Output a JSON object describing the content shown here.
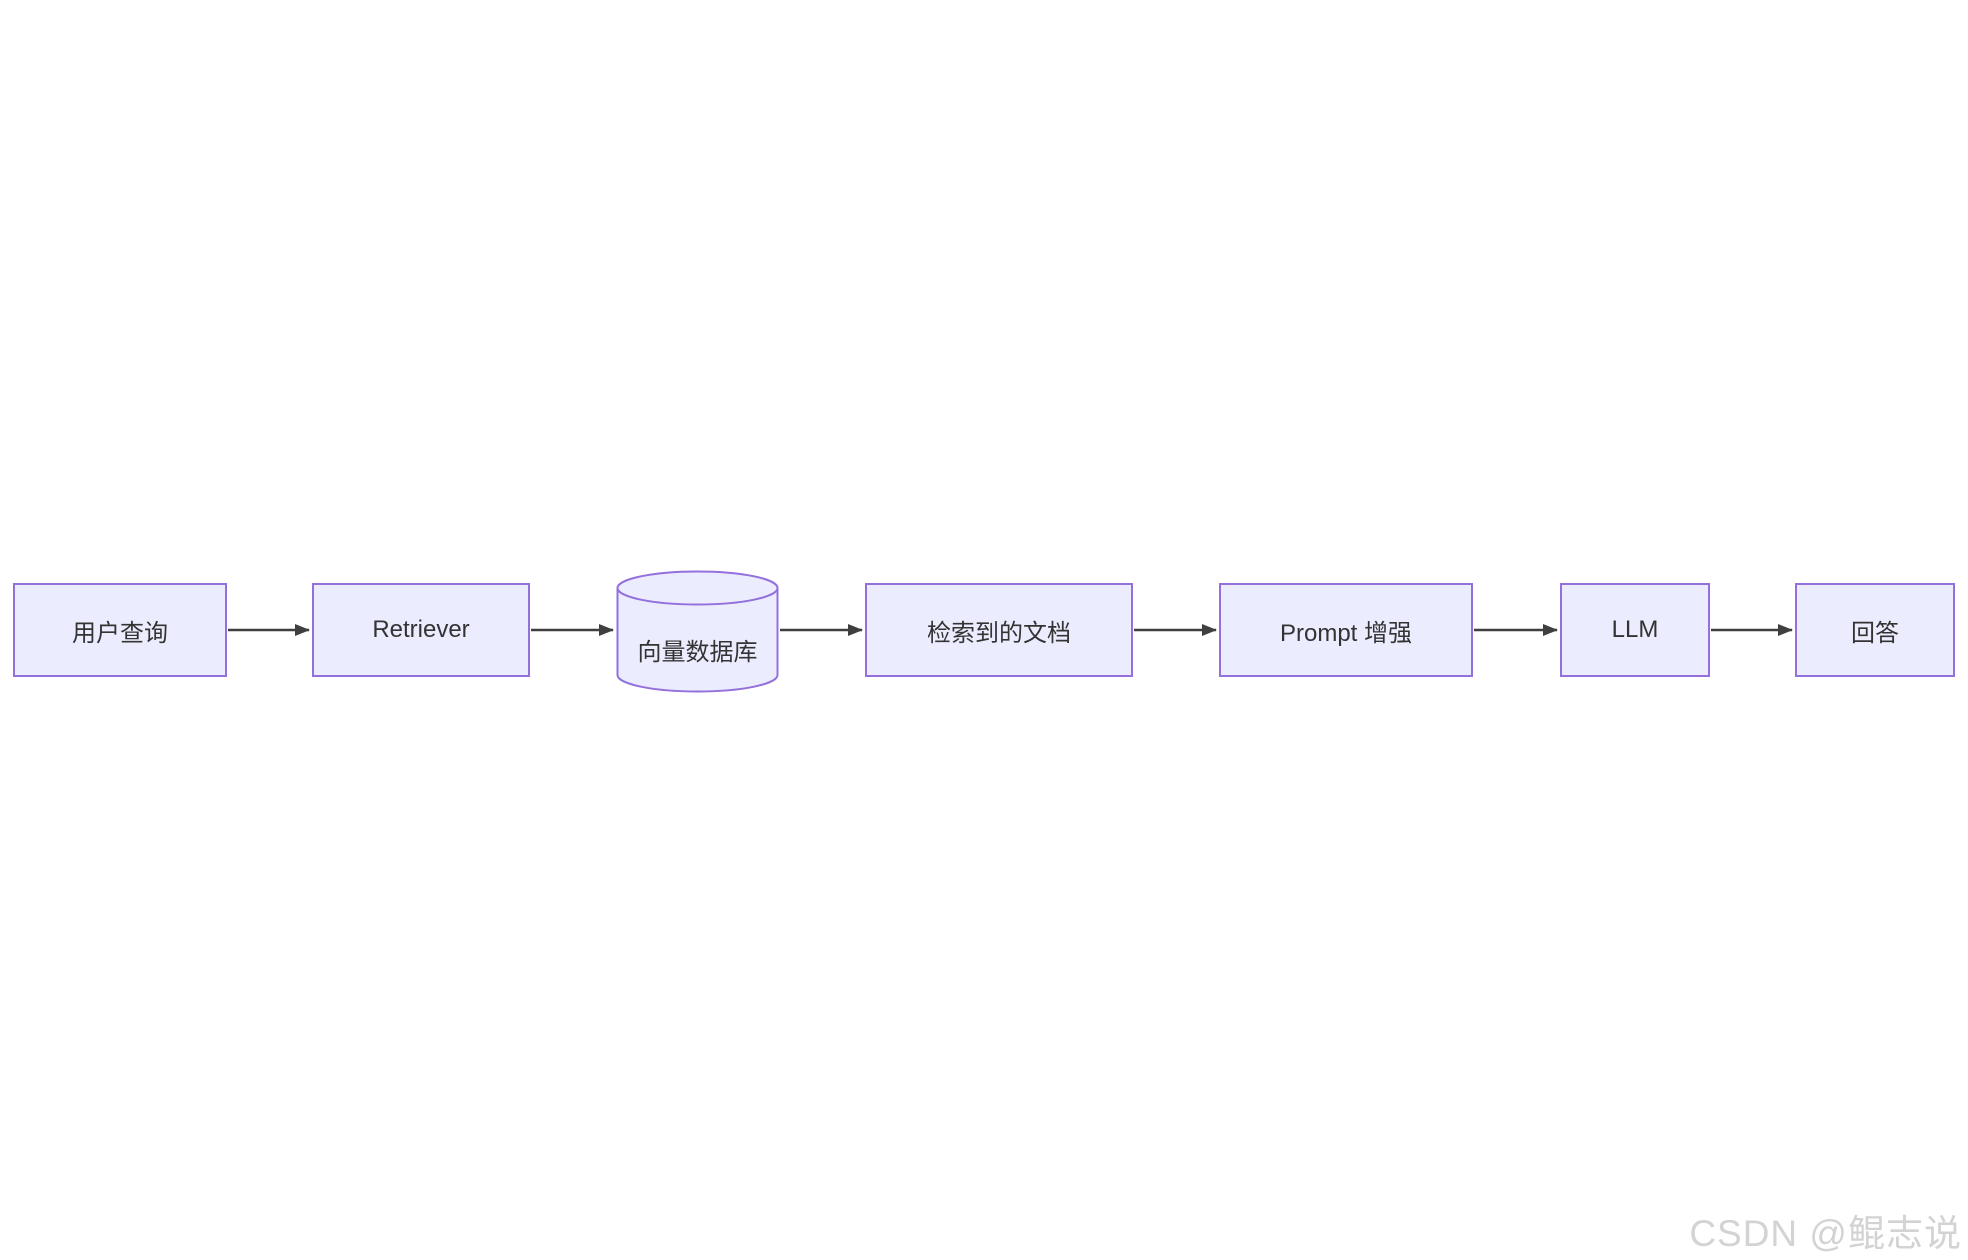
{
  "diagram": {
    "type": "flowchart-LR",
    "nodes": [
      {
        "id": "A",
        "label": "用户查询",
        "shape": "rect"
      },
      {
        "id": "B",
        "label": "Retriever",
        "shape": "rect"
      },
      {
        "id": "C",
        "label": "向量数据库",
        "shape": "cylinder"
      },
      {
        "id": "D",
        "label": "检索到的文档",
        "shape": "rect"
      },
      {
        "id": "E",
        "label": "Prompt 增强",
        "shape": "rect"
      },
      {
        "id": "F",
        "label": "LLM",
        "shape": "rect"
      },
      {
        "id": "G",
        "label": "回答",
        "shape": "rect"
      }
    ],
    "edges": [
      {
        "from": "A",
        "to": "B"
      },
      {
        "from": "B",
        "to": "C"
      },
      {
        "from": "C",
        "to": "D"
      },
      {
        "from": "D",
        "to": "E"
      },
      {
        "from": "E",
        "to": "F"
      },
      {
        "from": "F",
        "to": "G"
      }
    ],
    "colors": {
      "node_fill": "#ECECFF",
      "node_border": "#9370DB",
      "node_text": "#333333",
      "edge_line": "#3f3f3f",
      "background": "#ffffff"
    }
  },
  "watermark": {
    "text": "CSDN @鲲志说"
  }
}
